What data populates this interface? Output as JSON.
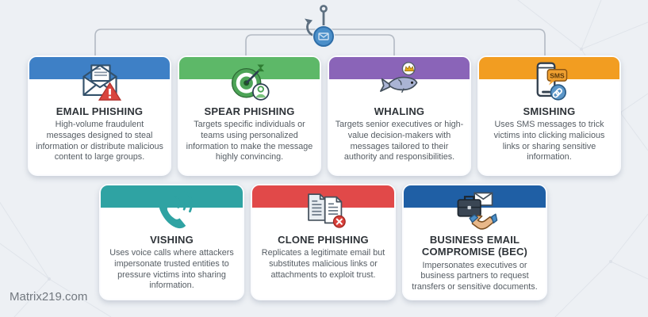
{
  "page": {
    "watermark": "Matrix219.com",
    "background_color": "#edf0f4",
    "connector_color": "#b3bac3"
  },
  "header_graphic": {
    "icon": "fishing-hook-bait-icon",
    "bait_color": "#4b8fc9"
  },
  "cards": [
    {
      "id": "email-phishing",
      "title": "EMAIL PHISHING",
      "description": "High-volume fraudulent messages designed to steal information or distribute malicious content to large groups.",
      "header_color": "#3e80c6",
      "icon": "envelope-warning-icon"
    },
    {
      "id": "spear-phishing",
      "title": "SPEAR PHISHING",
      "description": "Targets specific individuals or teams using personalized information to make the message highly convincing.",
      "header_color": "#5db868",
      "icon": "target-dart-person-icon"
    },
    {
      "id": "whaling",
      "title": "WHALING",
      "description": "Targets senior executives or high-value decision-makers with messages tailored to their authority and responsibilities.",
      "header_color": "#8a64b8",
      "icon": "fish-crown-icon"
    },
    {
      "id": "smishing",
      "title": "SMISHING",
      "description": "Uses SMS messages to trick victims into clicking malicious links or sharing sensitive information.",
      "header_color": "#f29d21",
      "icon": "phone-sms-link-icon"
    },
    {
      "id": "vishing",
      "title": "VISHING",
      "description": "Uses voice calls where attackers impersonate trusted entities to pressure victims into sharing information.",
      "header_color": "#2fa3a3",
      "icon": "phone-handset-waves-icon"
    },
    {
      "id": "clone-phishing",
      "title": "CLONE PHISHING",
      "description": "Replicates a legitimate email but substitutes malicious links or attachments to exploit trust.",
      "header_color": "#e14949",
      "icon": "duplicate-documents-x-icon"
    },
    {
      "id": "business-email-compromise",
      "title": "BUSINESS EMAIL COMPROMISE (BEC)",
      "description": "Impersonates executives or business partners to request transfers or sensitive documents.",
      "header_color": "#1f5fa5",
      "icon": "briefcase-envelope-handshake-icon"
    }
  ]
}
